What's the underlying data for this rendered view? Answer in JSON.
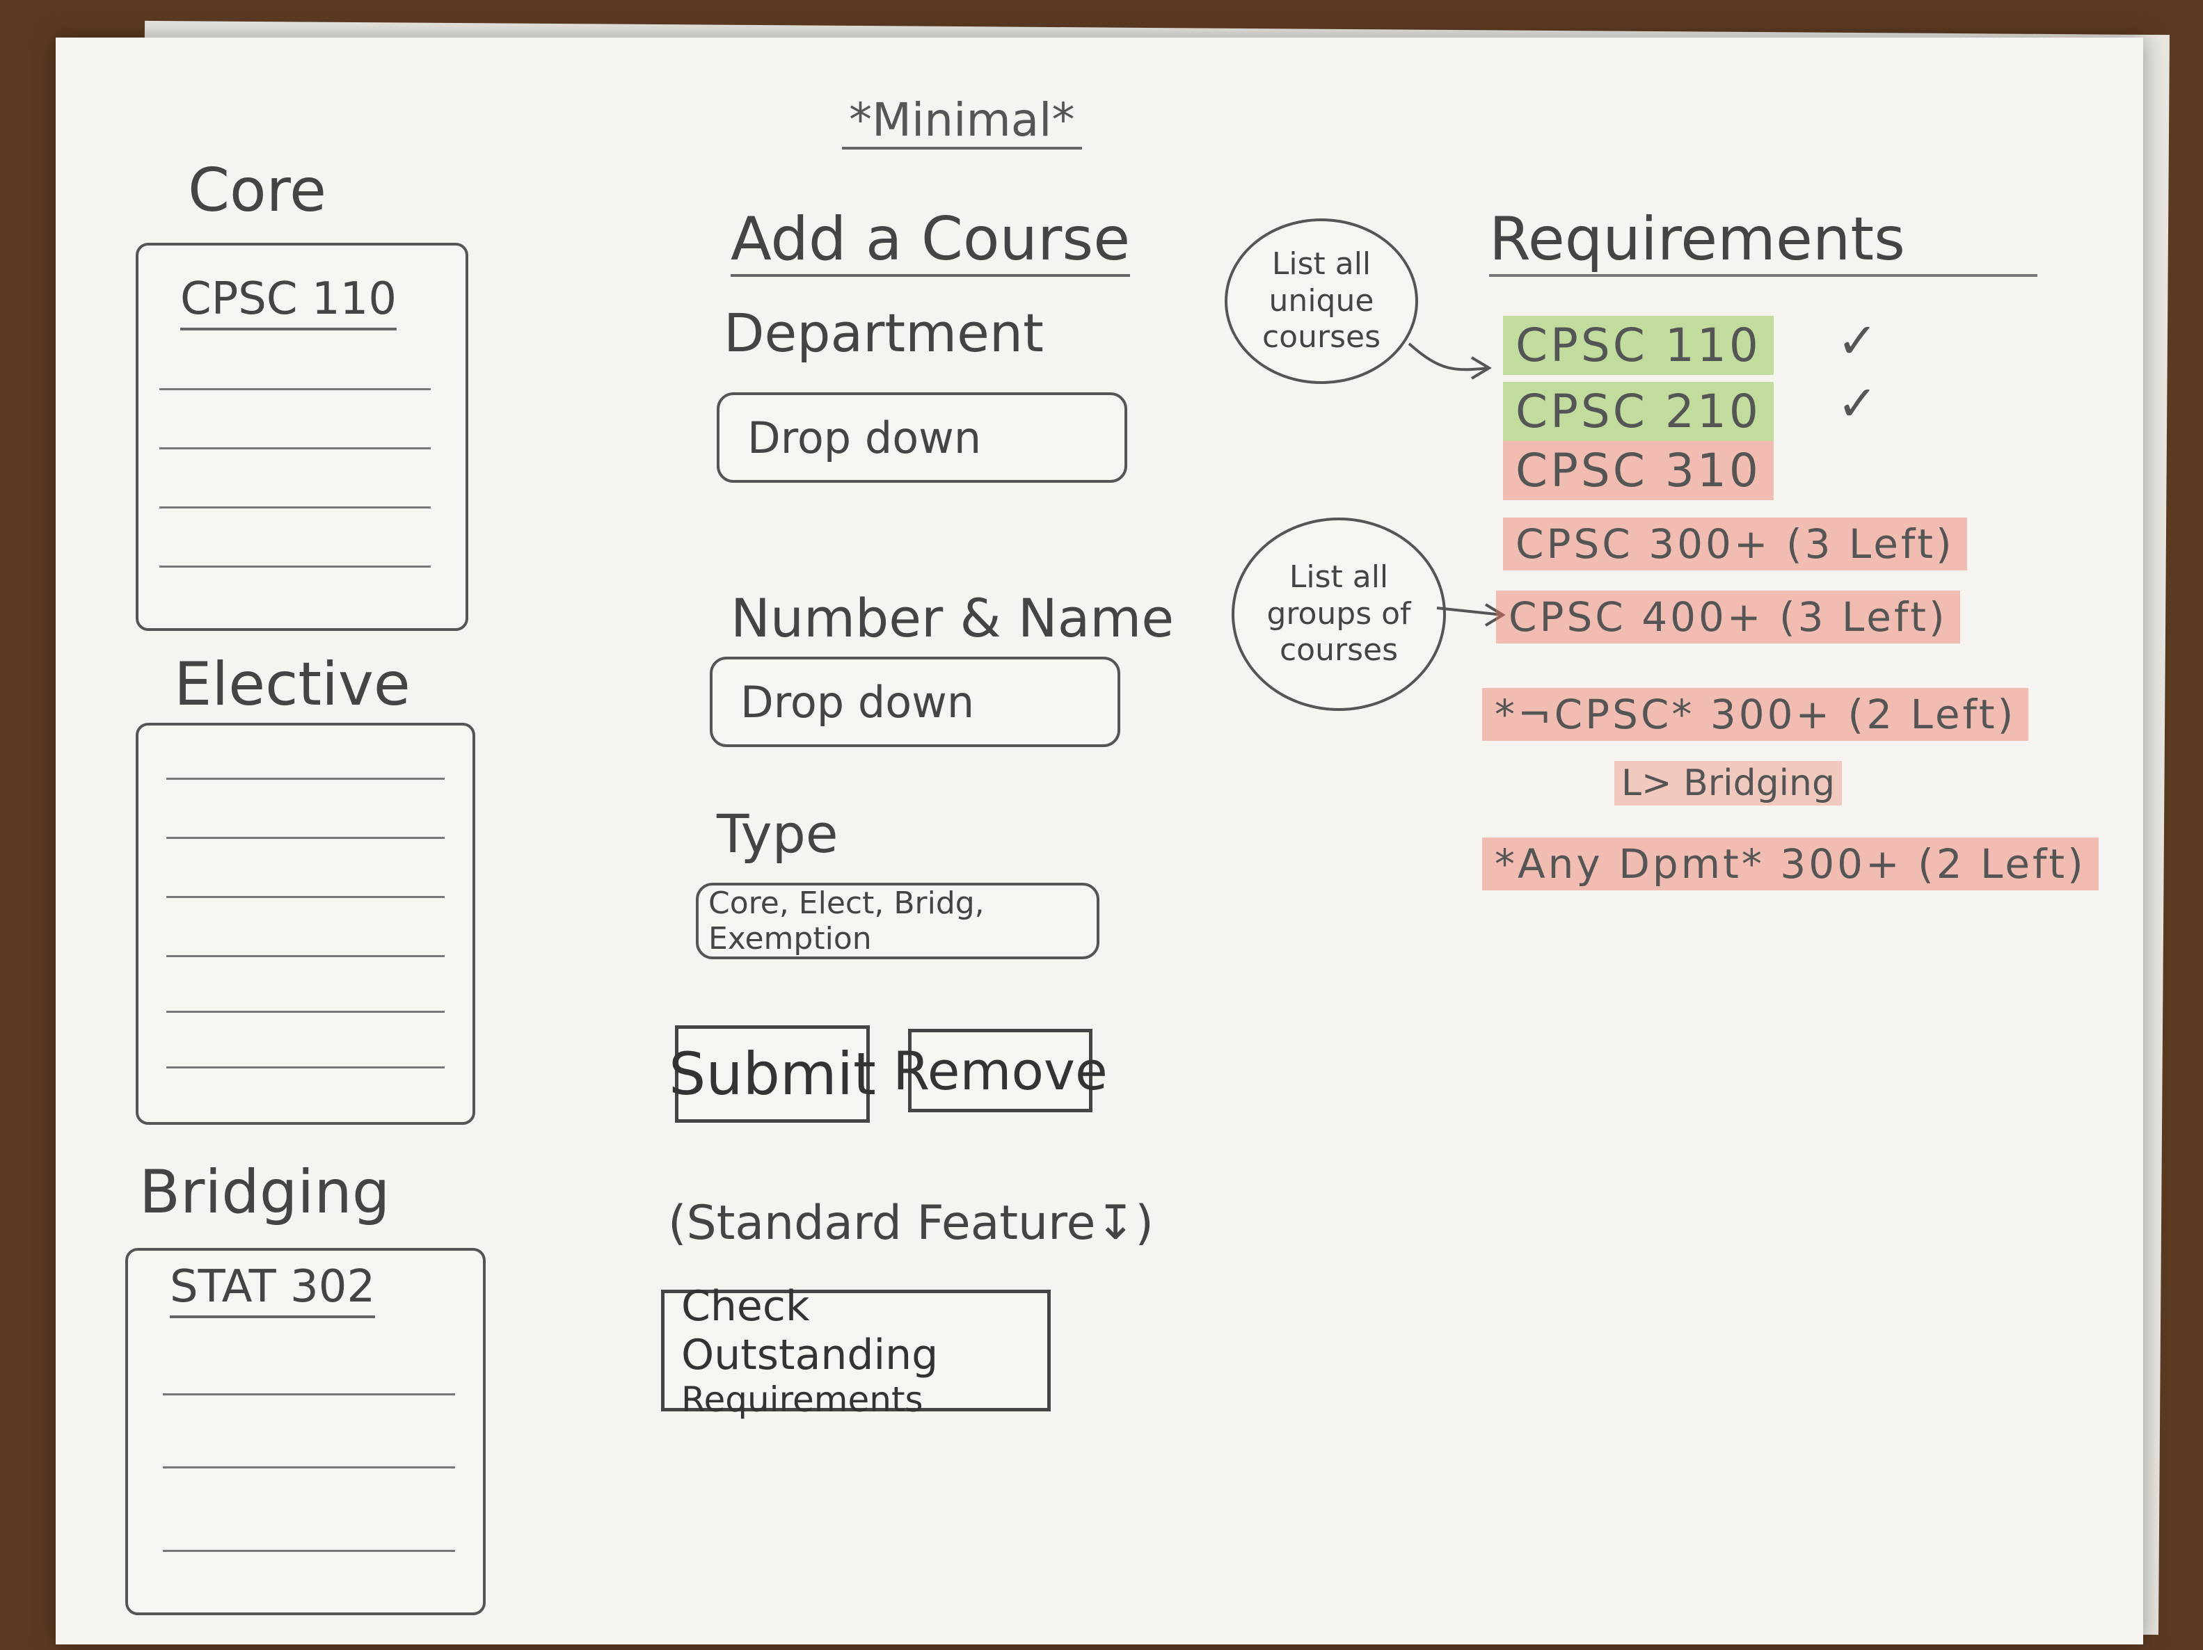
{
  "title": "*Minimal*",
  "core": {
    "heading": "Core",
    "items": [
      "CPSC 110"
    ]
  },
  "elective": {
    "heading": "Elective",
    "items": []
  },
  "bridging": {
    "heading": "Bridging",
    "items": [
      "STAT 302"
    ]
  },
  "add_course": {
    "heading": "Add a Course",
    "department_label": "Department",
    "department_value": "Drop down",
    "number_label": "Number & Name",
    "number_value": "Drop down",
    "type_label": "Type",
    "type_value": "Core, Elect, Bridg, Exemption",
    "submit_label": "Submit",
    "remove_label": "Remove",
    "standard_note": "(Standard Feature↧)",
    "check_label_line1": "Check Outstanding",
    "check_label_line2": "Requirements"
  },
  "notes": {
    "unique": "List all unique courses",
    "groups": "List all groups of courses"
  },
  "requirements": {
    "heading": "Requirements",
    "rows": [
      {
        "text": "CPSC 110",
        "status": "complete",
        "color": "#96c85a",
        "check": "✓"
      },
      {
        "text": "CPSC 210",
        "status": "complete",
        "color": "#96c85a",
        "check": "✓"
      },
      {
        "text": "CPSC 310",
        "status": "incomplete",
        "color": "#ec7864",
        "check": ""
      },
      {
        "text": "CPSC 300+ (3 Left)",
        "status": "incomplete",
        "color": "#ec7864",
        "check": ""
      },
      {
        "text": "CPSC 400+ (3 Left)",
        "status": "incomplete",
        "color": "#ec7864",
        "check": ""
      },
      {
        "text": "*¬CPSC* 300+ (2 Left)",
        "status": "incomplete",
        "color": "#ec7864",
        "check": ""
      },
      {
        "text": "*Any Dpmt* 300+ (2 Left)",
        "status": "incomplete",
        "color": "#ec7864",
        "check": ""
      }
    ],
    "bridging_note": "L> Bridging"
  }
}
